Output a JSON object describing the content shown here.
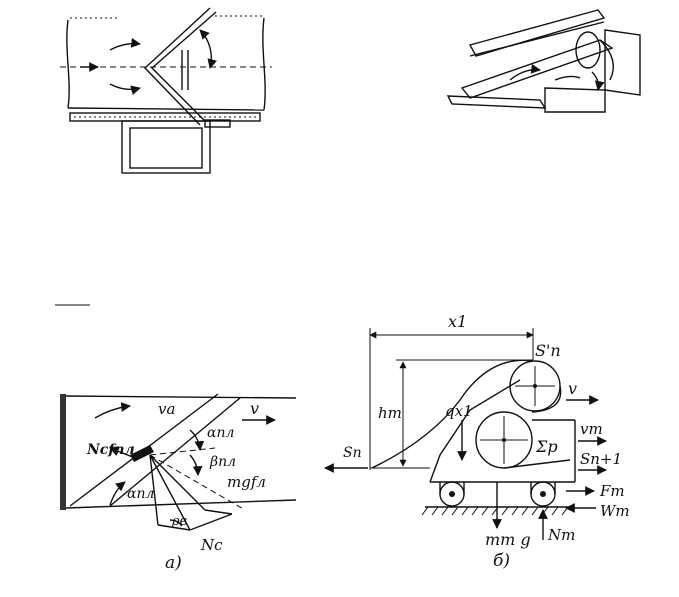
{
  "figure": {
    "panel_a_caption": "а)",
    "panel_b_caption": "б)"
  },
  "panel_a": {
    "labels": {
      "v": "v",
      "va": "va",
      "nc_fpl": "Ncfпл",
      "alpha_pl_top": "αпл",
      "beta_pl": "βпл",
      "mg_fl": "mgfл",
      "alpha_pl_bottom": "αпл",
      "rho_v": "ρв",
      "nc": "Nc"
    }
  },
  "panel_b": {
    "labels": {
      "x1": "x1",
      "s_prime": "S'п",
      "h_t": "hт",
      "v": "v",
      "q_x1": "qx1",
      "v_t": "vт",
      "sum_p": "Σp",
      "s_n1": "Sn+1",
      "s_n": "Sп",
      "f_t": "Fт",
      "w_t": "Wт",
      "m_t_g": "mт g",
      "n_t": "Nт"
    }
  }
}
